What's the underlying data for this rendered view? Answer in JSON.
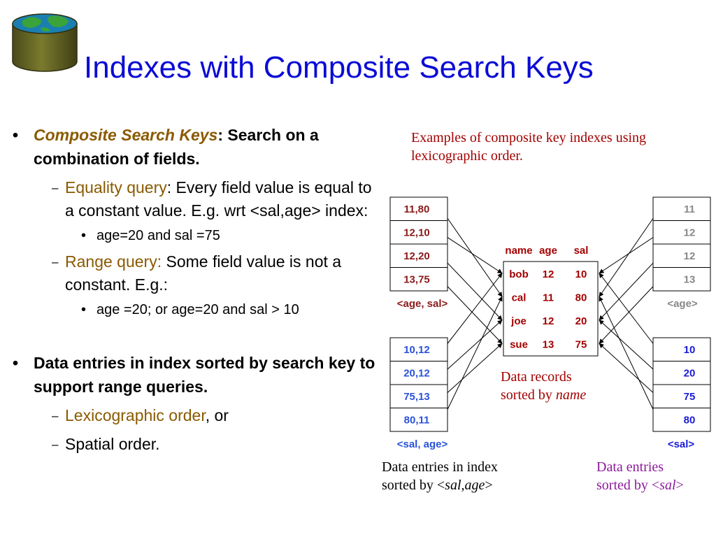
{
  "slide": {
    "title": "Indexes with Composite Search Keys"
  },
  "bullets": {
    "b1_term": "Composite Search Keys",
    "b1_colon": ":",
    "b1_rest": " Search on a combination of fields.",
    "eq_term": "Equality query",
    "eq_rest": ": Every field value is equal to a constant value. E.g. wrt <sal,age> index:",
    "eq_example": "age=20 and sal =75",
    "range_term": "Range query:",
    "range_rest": " Some field value is not a constant. E.g.:",
    "range_example": "age =20; or age=20 and sal > 10",
    "b2_text": "Data entries in index sorted by search key to support range queries.",
    "lex_term": "Lexicographic order",
    "lex_rest": ", or",
    "spatial": "Spatial order."
  },
  "captions": {
    "examples": "Examples of composite key indexes using lexicographic order.",
    "records_line1": "Data records",
    "records_line2_prefix": "sorted by ",
    "records_line2_italic": "name",
    "entries_line1": "Data entries in index",
    "entries_line2_prefix": "sorted by <",
    "entries_line2_italic": "sal,age",
    "entries_line2_suffix": ">",
    "sal_line1": "Data entries",
    "sal_line2_prefix": "sorted by <",
    "sal_line2_italic": "sal",
    "sal_line2_suffix": ">"
  },
  "records": {
    "headers": [
      "name",
      "age",
      "sal"
    ],
    "rows": [
      [
        "bob",
        "12",
        "10"
      ],
      [
        "cal",
        "11",
        "80"
      ],
      [
        "joe",
        "12",
        "20"
      ],
      [
        "sue",
        "13",
        "75"
      ]
    ]
  },
  "index_age_sal": {
    "label": "<age, sal>",
    "entries": [
      "11,80",
      "12,10",
      "12,20",
      "13,75"
    ],
    "targets": [
      1,
      0,
      2,
      3
    ]
  },
  "index_sal_age": {
    "label": "<sal, age>",
    "entries": [
      "10,12",
      "20,12",
      "75,13",
      "80,11"
    ],
    "targets": [
      0,
      2,
      3,
      1
    ]
  },
  "index_age": {
    "label": "<age>",
    "entries": [
      "11",
      "12",
      "12",
      "13"
    ],
    "targets": [
      1,
      0,
      2,
      3
    ]
  },
  "index_sal": {
    "label": "<sal>",
    "entries": [
      "10",
      "20",
      "75",
      "80"
    ],
    "targets": [
      0,
      2,
      3,
      1
    ]
  },
  "colors": {
    "title": "#0b0bd6",
    "brown_text": "#8a5a00",
    "age_sal_text": "#8a1a1a",
    "sal_age_text": "#2a52d8",
    "age_text": "#888888",
    "sal_text": "#1b1bd6",
    "record_text": "#a30000",
    "caption_red": "#a30000",
    "caption_purple": "#8b1a99"
  },
  "icons": {
    "logo": "database-globe-icon"
  }
}
